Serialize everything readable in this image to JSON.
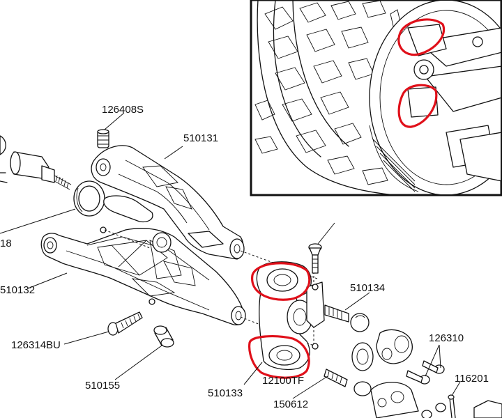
{
  "labels": {
    "screw_top": "126408S",
    "upper_arm": "510131",
    "lower_arm": "510132",
    "bolt_lower": "126314BU",
    "bushing": "510155",
    "knuckle": "510133",
    "ball_stud": "510134",
    "hub_pin": "150612",
    "screws_right": "126310",
    "pin_right": "116201",
    "partial_left": "18",
    "overlap_text": "12100TF"
  },
  "colors": {
    "line": "#111111",
    "highlight": "#e0101a",
    "background": "#ffffff"
  }
}
